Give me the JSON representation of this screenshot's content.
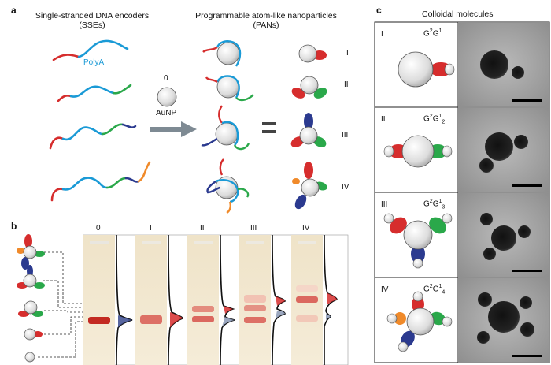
{
  "panel_a": {
    "letter": "a",
    "sse_title_line1": "Single-stranded DNA encoders",
    "sse_title_line2": "(SSEs)",
    "pan_title_line1": "Programmable atom-like nanoparticles",
    "pan_title_line2": "(PANs)",
    "polya_label": "PolyA",
    "aunp_top": "0",
    "aunp_label": "AuNP",
    "equals": "=",
    "roman": [
      "I",
      "II",
      "III",
      "IV"
    ]
  },
  "panel_b": {
    "letter": "b",
    "lanes": [
      "0",
      "I",
      "II",
      "III",
      "IV"
    ]
  },
  "panel_c": {
    "letter": "c",
    "title": "Colloidal molecules",
    "rows": [
      {
        "roman": "I",
        "formula_base": "G",
        "sup1": "2",
        "mid": "G",
        "sup2": "1",
        "sub2": ""
      },
      {
        "roman": "II",
        "formula_base": "G",
        "sup1": "2",
        "mid": "G",
        "sup2": "1",
        "sub2": "2"
      },
      {
        "roman": "III",
        "formula_base": "G",
        "sup1": "2",
        "mid": "G",
        "sup2": "1",
        "sub2": "3"
      },
      {
        "roman": "IV",
        "formula_base": "G",
        "sup1": "2",
        "mid": "G",
        "sup2": "1",
        "sub2": "4"
      }
    ]
  },
  "colors": {
    "red": "#d62d2d",
    "blue": "#1a9ad6",
    "green": "#2aa84a",
    "navy": "#2b3a8f",
    "orange": "#f08a2a",
    "arrow": "#7e8a93"
  }
}
